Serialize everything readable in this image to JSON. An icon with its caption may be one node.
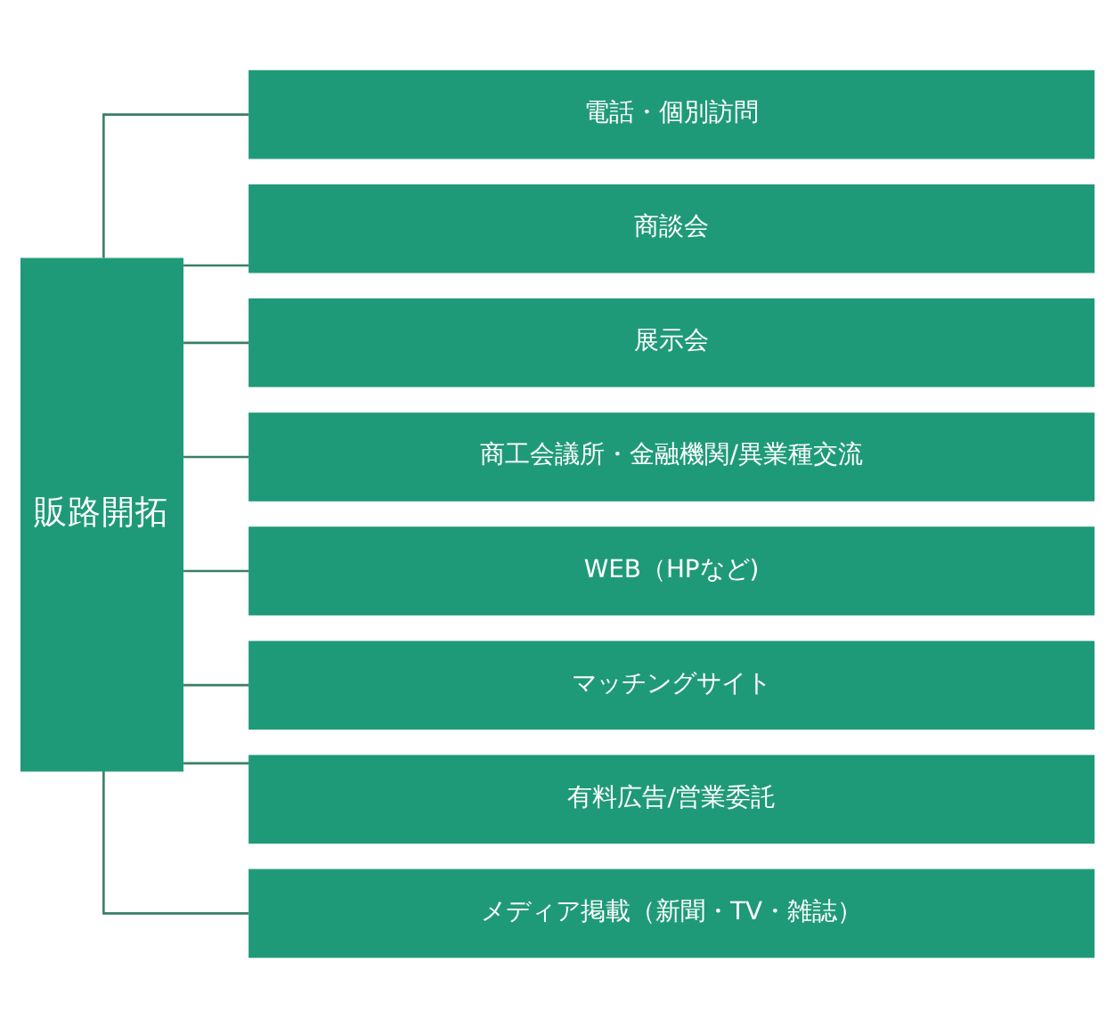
{
  "diagram": {
    "nodes": [
      {
        "text": [
          "販路開拓"
        ]
      },
      {
        "text": [
          "電話・個別訪問"
        ]
      },
      {
        "text": [
          "商談会"
        ]
      },
      {
        "text": [
          "展示会"
        ]
      },
      {
        "text": [
          "商工会議所・金融機関/異業種交流"
        ]
      },
      {
        "text": [
          "WEB（HPなど)"
        ]
      },
      {
        "text": [
          "マッチングサイト"
        ]
      },
      {
        "text": [
          "有料広告/営業委託"
        ]
      },
      {
        "text": [
          "メディア掲載（新聞・TV・雑誌）"
        ]
      }
    ],
    "edges": [
      {
        "from": 0,
        "to": 1,
        "arrow": "none"
      },
      {
        "from": 0,
        "to": 2,
        "arrow": "none"
      },
      {
        "from": 0,
        "to": 3,
        "arrow": "none"
      },
      {
        "from": 0,
        "to": 4,
        "arrow": "none"
      },
      {
        "from": 0,
        "to": 5,
        "arrow": "none"
      },
      {
        "from": 0,
        "to": 6,
        "arrow": "none"
      },
      {
        "from": 0,
        "to": 7,
        "arrow": "none"
      },
      {
        "from": 0,
        "to": 8,
        "arrow": "none"
      }
    ]
  }
}
